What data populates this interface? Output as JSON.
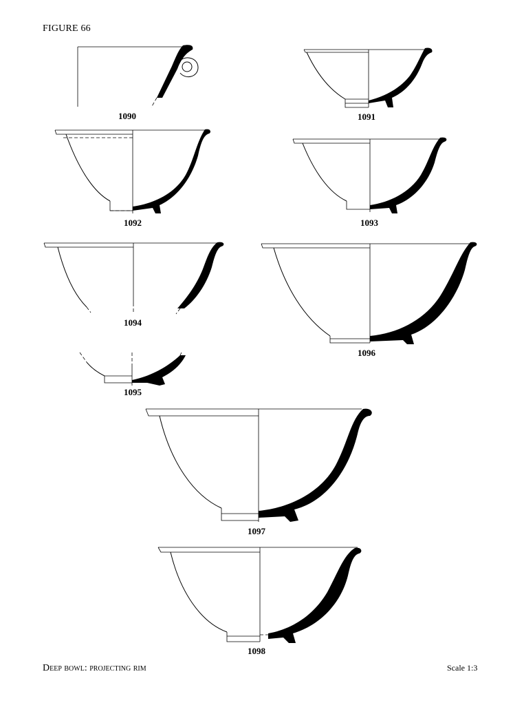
{
  "figure_label": "FIGURE 66",
  "caption": "Deep bowl: projecting rim",
  "scale": "Scale 1:3",
  "vessels": [
    {
      "id": "1090",
      "label": "1090"
    },
    {
      "id": "1091",
      "label": "1091"
    },
    {
      "id": "1092",
      "label": "1092"
    },
    {
      "id": "1093",
      "label": "1093"
    },
    {
      "id": "1094",
      "label": "1094"
    },
    {
      "id": "1095",
      "label": "1095"
    },
    {
      "id": "1096",
      "label": "1096"
    },
    {
      "id": "1097",
      "label": "1097"
    },
    {
      "id": "1098",
      "label": "1098"
    }
  ]
}
